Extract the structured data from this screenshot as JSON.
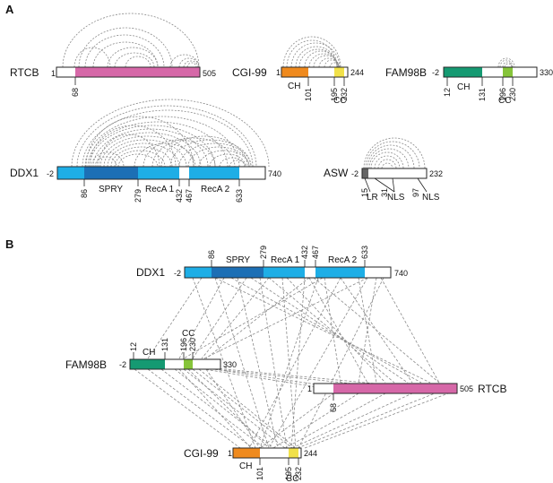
{
  "panels": {
    "a": "A",
    "b": "B"
  },
  "colors": {
    "rtcb": "#d668a8",
    "ch": "#ef8a1e",
    "cc_cgi": "#f1e14a",
    "ch_fam": "#159a72",
    "cc_fam": "#86c43a",
    "spry": "#1c6fb5",
    "reca": "#1eaee6"
  },
  "proteins": {
    "rtcb": {
      "name": "RTCB",
      "start": "1",
      "end": "505",
      "marks": [
        "68"
      ]
    },
    "cgi99": {
      "name": "CGI-99",
      "start": "1",
      "end": "244",
      "marks": [
        "101",
        "195",
        "232"
      ],
      "domains": [
        "CH",
        "CC"
      ]
    },
    "fam98b": {
      "name": "FAM98B",
      "start": "-2",
      "end": "330",
      "marks": [
        "12",
        "131",
        "196",
        "230"
      ],
      "domains": [
        "CH",
        "CC"
      ]
    },
    "ddx1": {
      "name": "DDX1",
      "start": "-2",
      "end": "740",
      "marks": [
        "86",
        "279",
        "432",
        "467",
        "633"
      ],
      "domains": [
        "SPRY",
        "RecA 1",
        "RecA 2"
      ]
    },
    "asw": {
      "name": "ASW",
      "start": "-2",
      "end": "232",
      "marks": [
        "15",
        "31",
        "97"
      ],
      "domains": [
        "LR",
        "NLS",
        "NLS"
      ]
    }
  }
}
